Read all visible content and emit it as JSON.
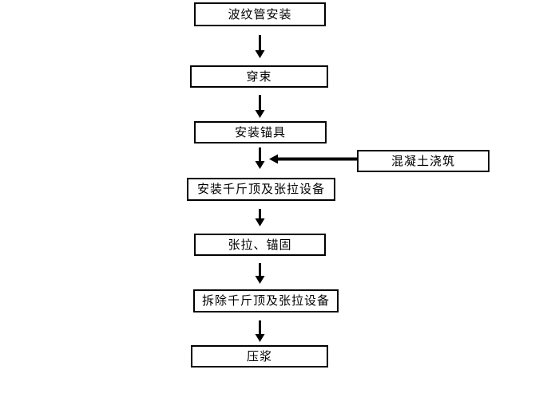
{
  "canvas": {
    "background": "#ffffff",
    "box_border_color": "#000000",
    "box_fill_color": "#ffffff",
    "arrow_color": "#000000",
    "text_color": "#000000"
  },
  "flowchart": {
    "type": "flowchart",
    "direction": "top-down",
    "nodes": [
      {
        "id": "corrugated-pipe-install",
        "label": "波纹管安装"
      },
      {
        "id": "thread-tendons",
        "label": "穿束"
      },
      {
        "id": "install-anchorage",
        "label": "安装锚具"
      },
      {
        "id": "install-jack-tensioning-equipment",
        "label": "安装千斤顶及张拉设备"
      },
      {
        "id": "tension-anchor",
        "label": "张拉、锚固"
      },
      {
        "id": "remove-jack-tensioning-equipment",
        "label": "拆除千斤顶及张拉设备"
      },
      {
        "id": "grouting",
        "label": "压浆"
      },
      {
        "id": "concrete-pouring",
        "label": "混凝土浇筑"
      }
    ],
    "edges": [
      {
        "from": "波纹管安装",
        "to": "穿束"
      },
      {
        "from": "穿束",
        "to": "安装锚具"
      },
      {
        "from": "安装锚具",
        "to": "安装千斤顶及张拉设备"
      },
      {
        "from": "混凝土浇筑",
        "to": "安装千斤顶及张拉设备",
        "note": "horizontal arrow pointing left, joins main flow between 安装锚具 and 安装千斤顶及张拉设备"
      },
      {
        "from": "安装千斤顶及张拉设备",
        "to": "张拉、锚固"
      },
      {
        "from": "张拉、锚固",
        "to": "拆除千斤顶及张拉设备"
      },
      {
        "from": "拆除千斤顶及张拉设备",
        "to": "压浆"
      }
    ]
  }
}
